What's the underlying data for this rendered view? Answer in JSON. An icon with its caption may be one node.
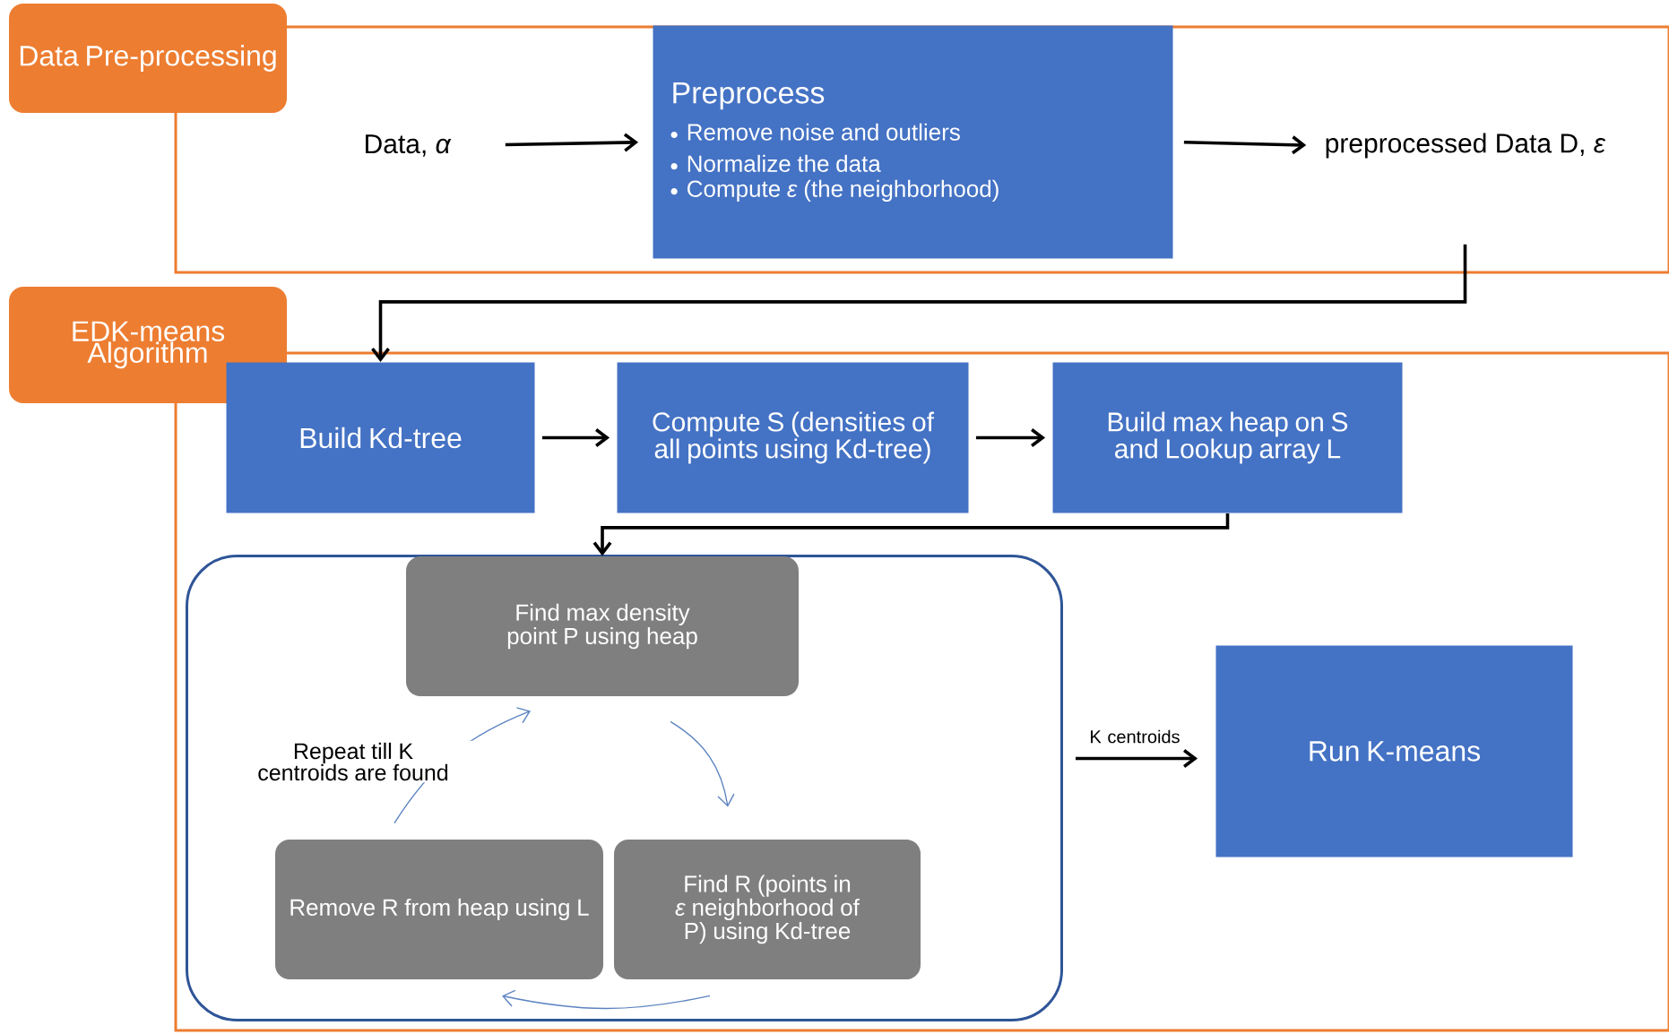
{
  "diagram": {
    "nodes": [
      {
        "text": [
          "Data Pre-processing"
        ]
      },
      {
        "text": [
          "Data, *α*"
        ],
        "in": 0
      },
      {
        "text": [
          "Preprocess",
          "Remove noise and outliers",
          "Normalize the data",
          "Compute *ε* (the neighborhood)"
        ],
        "in": 0
      },
      {
        "text": [
          "preprocessed Data D, *ε*"
        ],
        "in": 0
      },
      {
        "text": [
          "EDK-means Algorithm"
        ]
      },
      {
        "text": [
          "Build Kd-tree"
        ],
        "in": 4
      },
      {
        "text": [
          "Compute S (densities of all points using Kd-tree)"
        ],
        "in": 4
      },
      {
        "text": [
          "Build max heap on S and Lookup array L"
        ],
        "in": 4
      },
      {
        "text": [],
        "shape": "box",
        "in": 4
      },
      {
        "text": [
          "Find max density point P using heap"
        ],
        "in": 8
      },
      {
        "text": [
          "Find R (points in *ε* neighborhood of P) using Kd-tree"
        ],
        "in": 8
      },
      {
        "text": [
          "Remove R from heap using L"
        ],
        "in": 8
      },
      {
        "text": [
          "Run K-means"
        ],
        "in": 4
      }
    ],
    "edges": [
      {
        "from": 1,
        "to": 2,
        "arrow": "to"
      },
      {
        "from": 2,
        "to": 3,
        "arrow": "to"
      },
      {
        "from": 3,
        "to": 5,
        "arrow": "to"
      },
      {
        "from": 5,
        "to": 6,
        "arrow": "to"
      },
      {
        "from": 6,
        "to": 7,
        "arrow": "to"
      },
      {
        "from": 7,
        "to": 9,
        "arrow": "to"
      },
      {
        "from": 9,
        "to": 10,
        "arrow": "to",
        "color": "#5b83c0"
      },
      {
        "from": 10,
        "to": 11,
        "arrow": "to",
        "color": "#5b83c0"
      },
      {
        "from": 11,
        "to": 9,
        "arrow": "to",
        "color": "#5b83c0",
        "label": "Repeat till K centroids are found"
      },
      {
        "from": 8,
        "to": 12,
        "arrow": "to",
        "label": "K centroids"
      }
    ]
  }
}
